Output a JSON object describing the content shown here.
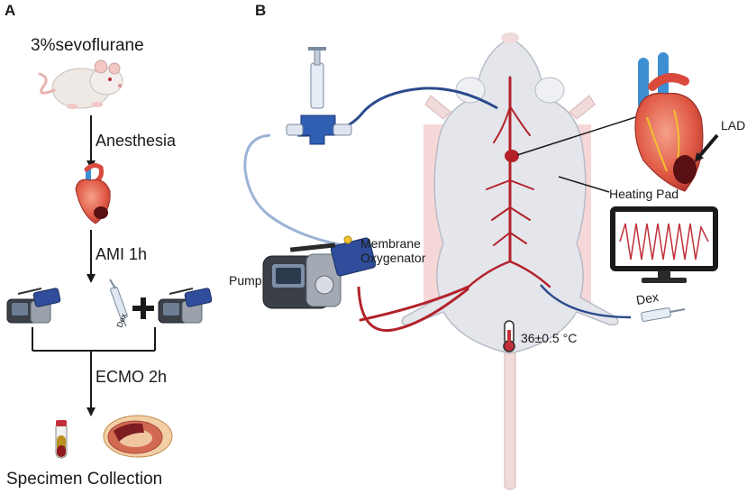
{
  "panel_a": {
    "letter": "A",
    "start_label": "3%sevoflurane",
    "step1": "Anesthesia",
    "step2": "AMI 1h",
    "step3": "ECMO 2h",
    "syringe_label": "Dex",
    "end_label": "Specimen Collection"
  },
  "panel_b": {
    "letter": "B",
    "pump": "Pump",
    "membrane_line1": "Membrane",
    "membrane_line2": "Oxygenator",
    "heating_pad": "Heating Pad",
    "lad": "LAD",
    "dex": "Dex",
    "temperature": "36±0.5 °C"
  },
  "colors": {
    "arrow": "#1a1a1a",
    "artery": "#b3222a",
    "vein_tube": "#2c4b8c",
    "heating_pad": "#f3c9c9",
    "rat_body": "#e4e6ec",
    "rat_outline": "#b8bcc6",
    "heart_red": "#d94a3d",
    "heart_blue": "#3d8fd1",
    "infarct": "#5a0f12",
    "monitor_wave": "#c0303a"
  }
}
